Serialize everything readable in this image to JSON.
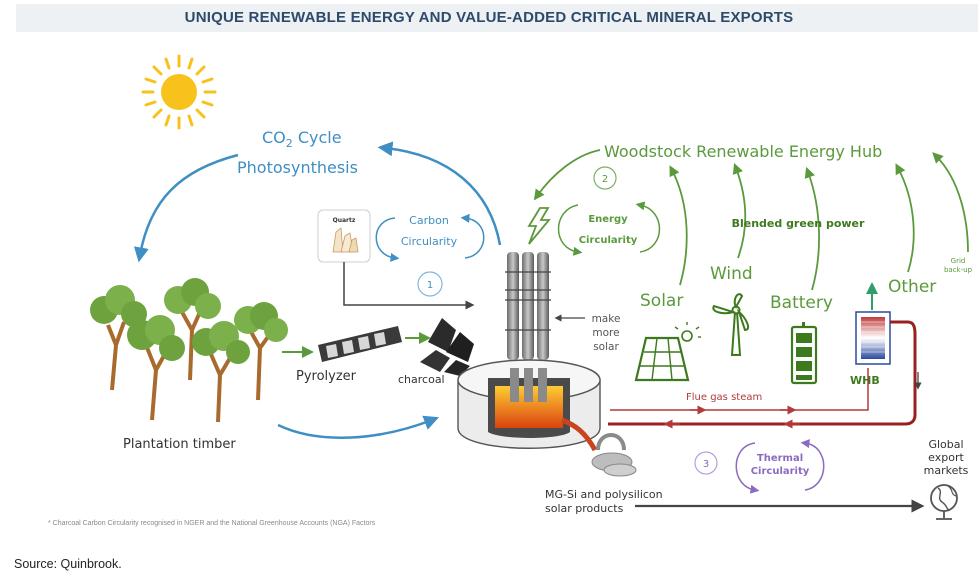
{
  "title": "UNIQUE RENEWABLE ENERGY AND VALUE-ADDED CRITICAL MINERAL EXPORTS",
  "co2_cycle": {
    "line1_prefix": "CO",
    "line1_sub": "2",
    "line1_suffix": " Cycle",
    "line2": "Photosynthesis"
  },
  "carbon_circularity": {
    "line1": "Carbon",
    "line2": "Circularity",
    "number": "1"
  },
  "quartz_label": "Quartz",
  "hub_title": "Woodstock Renewable Energy Hub",
  "energy_circularity": {
    "line1": "Energy",
    "line2": "Circularity",
    "number": "2"
  },
  "blended_power": "Blended green power",
  "grid_backup": {
    "line1": "Grid",
    "line2": "back-up"
  },
  "sources": {
    "solar": "Solar",
    "wind": "Wind",
    "battery": "Battery",
    "other": "Other"
  },
  "make_more_solar": [
    "make",
    "more",
    "solar"
  ],
  "whb_label": "WHB",
  "flue_gas": "Flue gas steam",
  "plantation_timber": "Plantation timber",
  "pyrolyzer": "Pyrolyzer",
  "charcoal": "charcoal",
  "thermal_circularity": {
    "line1": "Thermal",
    "line2": "Circularity",
    "number": "3"
  },
  "mg_si": {
    "line1": "MG-Si and polysilicon",
    "line2": "solar products"
  },
  "global_export": [
    "Global",
    "export",
    "markets"
  ],
  "footnote": "* Charcoal Carbon Circularity recognised in NGER and the National Greenhouse Accounts (NGA) Factors",
  "source": "Source: Quinbrook.",
  "colors": {
    "blue": "#3f8fc4",
    "green": "#5a9a3c",
    "darkgreen": "#3d7a1e",
    "purple": "#8a6bc0",
    "red": "#b33a3a",
    "title": "#2d4a6b",
    "sun": "#f7c21c"
  }
}
